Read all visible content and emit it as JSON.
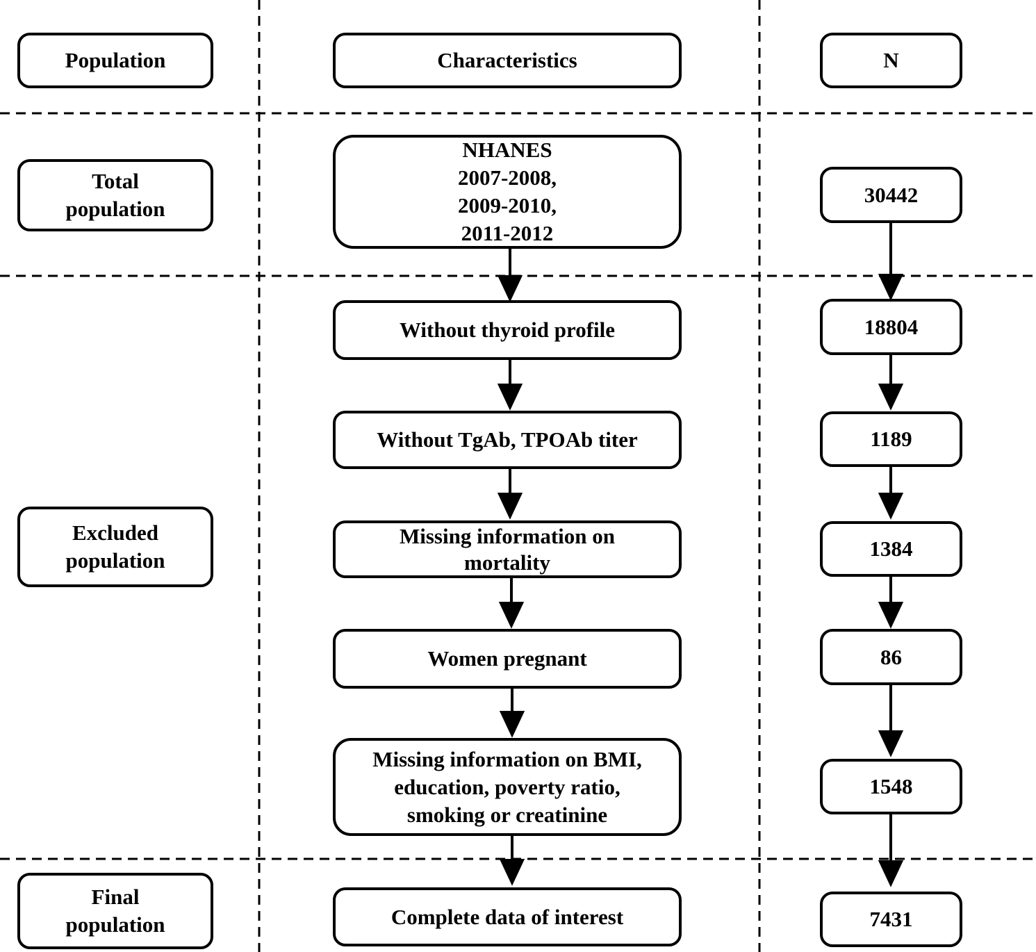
{
  "headers": {
    "population": "Population",
    "characteristics": "Characteristics",
    "n": "N"
  },
  "population_labels": {
    "total": "Total\npopulation",
    "excluded": "Excluded\npopulation",
    "final": "Final\npopulation"
  },
  "steps": [
    {
      "text": "NHANES\n2007-2008,\n2009-2010,\n2011-2012",
      "n": "30442"
    },
    {
      "text": "Without thyroid profile",
      "n": "18804"
    },
    {
      "text": "Without TgAb, TPOAb titer",
      "n": "1189"
    },
    {
      "text": "Missing information on\nmortality",
      "n": "1384"
    },
    {
      "text": "Women pregnant",
      "n": "86"
    },
    {
      "text": "Missing information on BMI,\neducation, poverty ratio,\nsmoking or creatinine",
      "n": "1548"
    },
    {
      "text": "Complete data of interest",
      "n": "7431"
    }
  ],
  "colors": {
    "line": "#000000",
    "box_border": "#000000",
    "background": "#ffffff"
  }
}
